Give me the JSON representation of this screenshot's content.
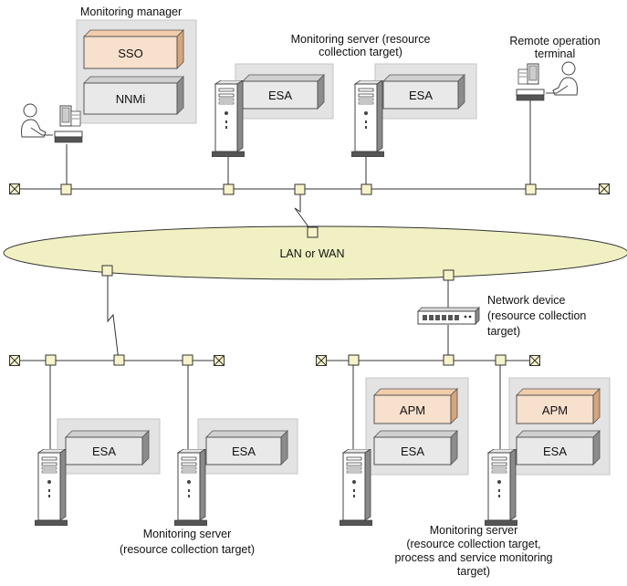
{
  "labels": {
    "monitoring_manager": "Monitoring manager",
    "top_server_1": "Monitoring server (resource",
    "top_server_2": "collection target)",
    "remote_1": "Remote operation",
    "remote_2": "terminal",
    "lan": "LAN or WAN",
    "netdev_1": "Network device",
    "netdev_2": "(resource collection",
    "netdev_3": "target)",
    "bl_server_1": "Monitoring server",
    "bl_server_2": "(resource collection target)",
    "br_server_1": "Monitoring server",
    "br_server_2": "(resource collection target,",
    "br_server_3": "process and service monitoring",
    "br_server_4": "target)"
  },
  "components": {
    "sso": "SSO",
    "nnmi": "NNMi",
    "esa": "ESA",
    "apm": "APM"
  },
  "colors": {
    "orange_front": "#f7e0cc",
    "orange_side": "#d8a57a",
    "gray_front": "#e9e9e9",
    "gray_side": "#8c8c8c",
    "panel": "#e3e3e3",
    "lan_fill": "#f0f0c2",
    "connector": "#f7f3c9"
  }
}
